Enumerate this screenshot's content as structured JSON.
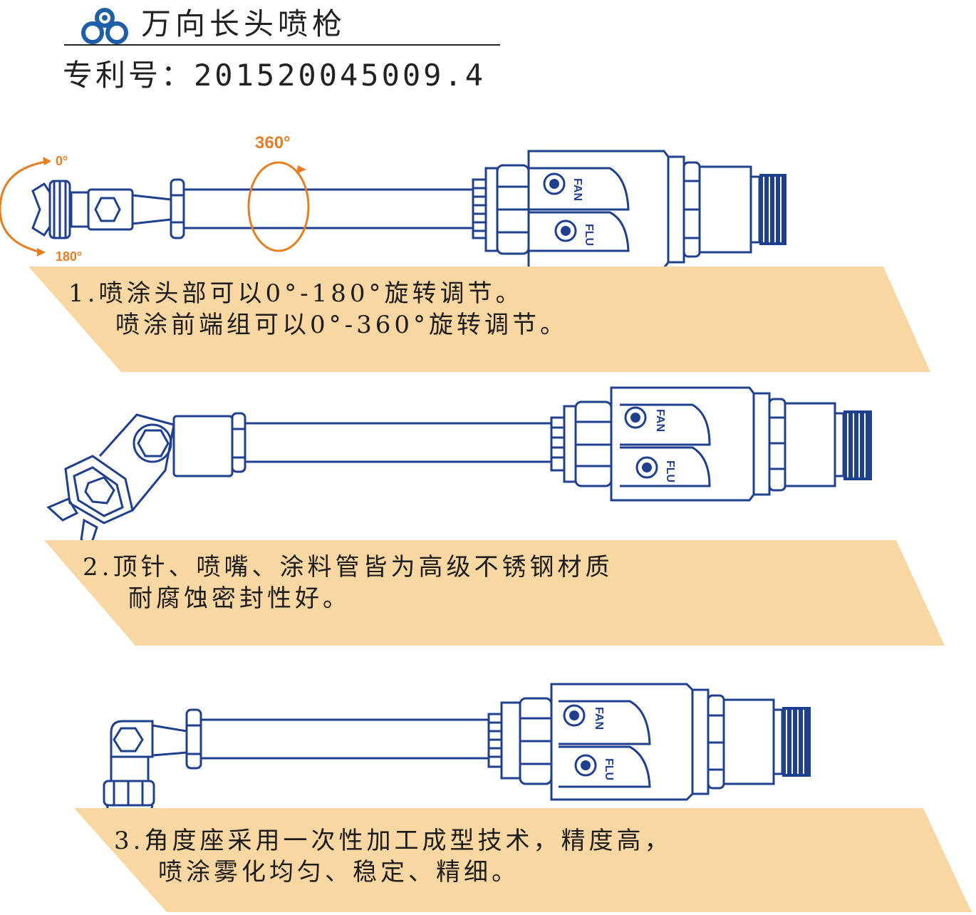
{
  "header": {
    "title": "万向长头喷枪",
    "patent": "专利号：201520045009.4"
  },
  "annotations": {
    "angle_0": "0°",
    "angle_180": "180°",
    "angle_360": "360°"
  },
  "gun_labels": {
    "fan": "FAN",
    "flu": "FLU"
  },
  "features": [
    {
      "line1": "1.喷涂头部可以0°-180°旋转调节。",
      "line2": "喷涂前端组可以0°-360°旋转调节。"
    },
    {
      "line1": "2.顶针、喷嘴、涂料管皆为高级不锈钢材质",
      "line2": "耐腐蚀密封性好。"
    },
    {
      "line1": "3.角度座采用一次性加工成型技术，精度高，",
      "line2": "喷涂雾化均匀、稳定、精细。"
    }
  ],
  "colors": {
    "outline": "#1f3f8f",
    "accent": "#e87e22",
    "band": "#f9d7a3"
  }
}
